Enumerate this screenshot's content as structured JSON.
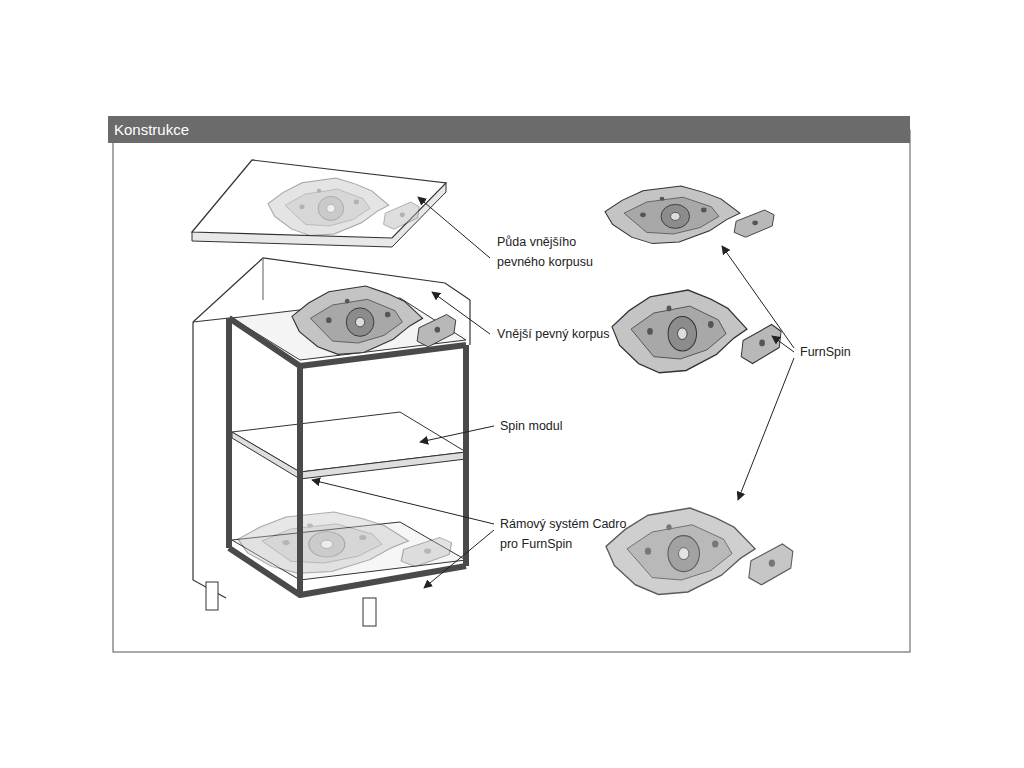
{
  "diagram": {
    "title": "Konstrukce",
    "labels": [
      "Půda vnějšího pevného korpusu",
      "Vnější pevný korpus",
      "Spin modul",
      "Rámový systém Cadro pro FurnSpin",
      "FurnSpin"
    ]
  }
}
